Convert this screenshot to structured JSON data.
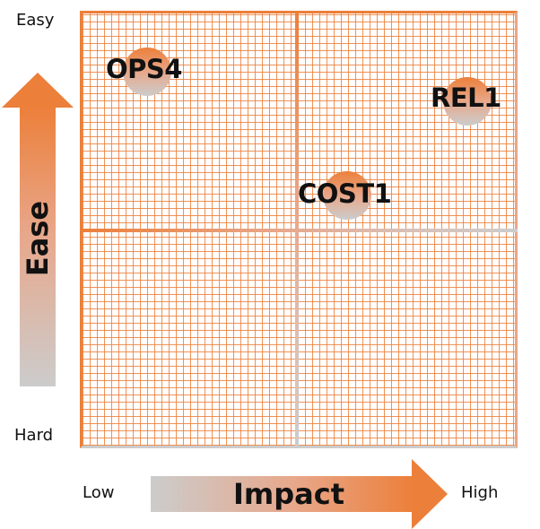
{
  "chart_data": {
    "type": "scatter",
    "title": "",
    "xlabel": "Impact",
    "ylabel": "Ease",
    "x_ticks": [
      "Low",
      "High"
    ],
    "y_ticks": [
      "Hard",
      "Easy"
    ],
    "xlim": [
      0,
      1
    ],
    "ylim": [
      0,
      1
    ],
    "grid": true,
    "quadrants": 4,
    "points": [
      {
        "label": "OPS4",
        "x": 0.15,
        "y": 0.87
      },
      {
        "label": "REL1",
        "x": 0.89,
        "y": 0.8
      },
      {
        "label": "COST1",
        "x": 0.61,
        "y": 0.58
      }
    ]
  },
  "axis": {
    "y_top": "Easy",
    "y_bottom": "Hard",
    "y_title": "Ease",
    "x_left": "Low",
    "x_right": "High",
    "x_title": "Impact"
  },
  "points": {
    "ops4": "OPS4",
    "rel1": "REL1",
    "cost1": "COST1"
  },
  "colors": {
    "accent": "#ec7f3a",
    "mid": "#e8a78a",
    "neutral": "#cccccc"
  }
}
